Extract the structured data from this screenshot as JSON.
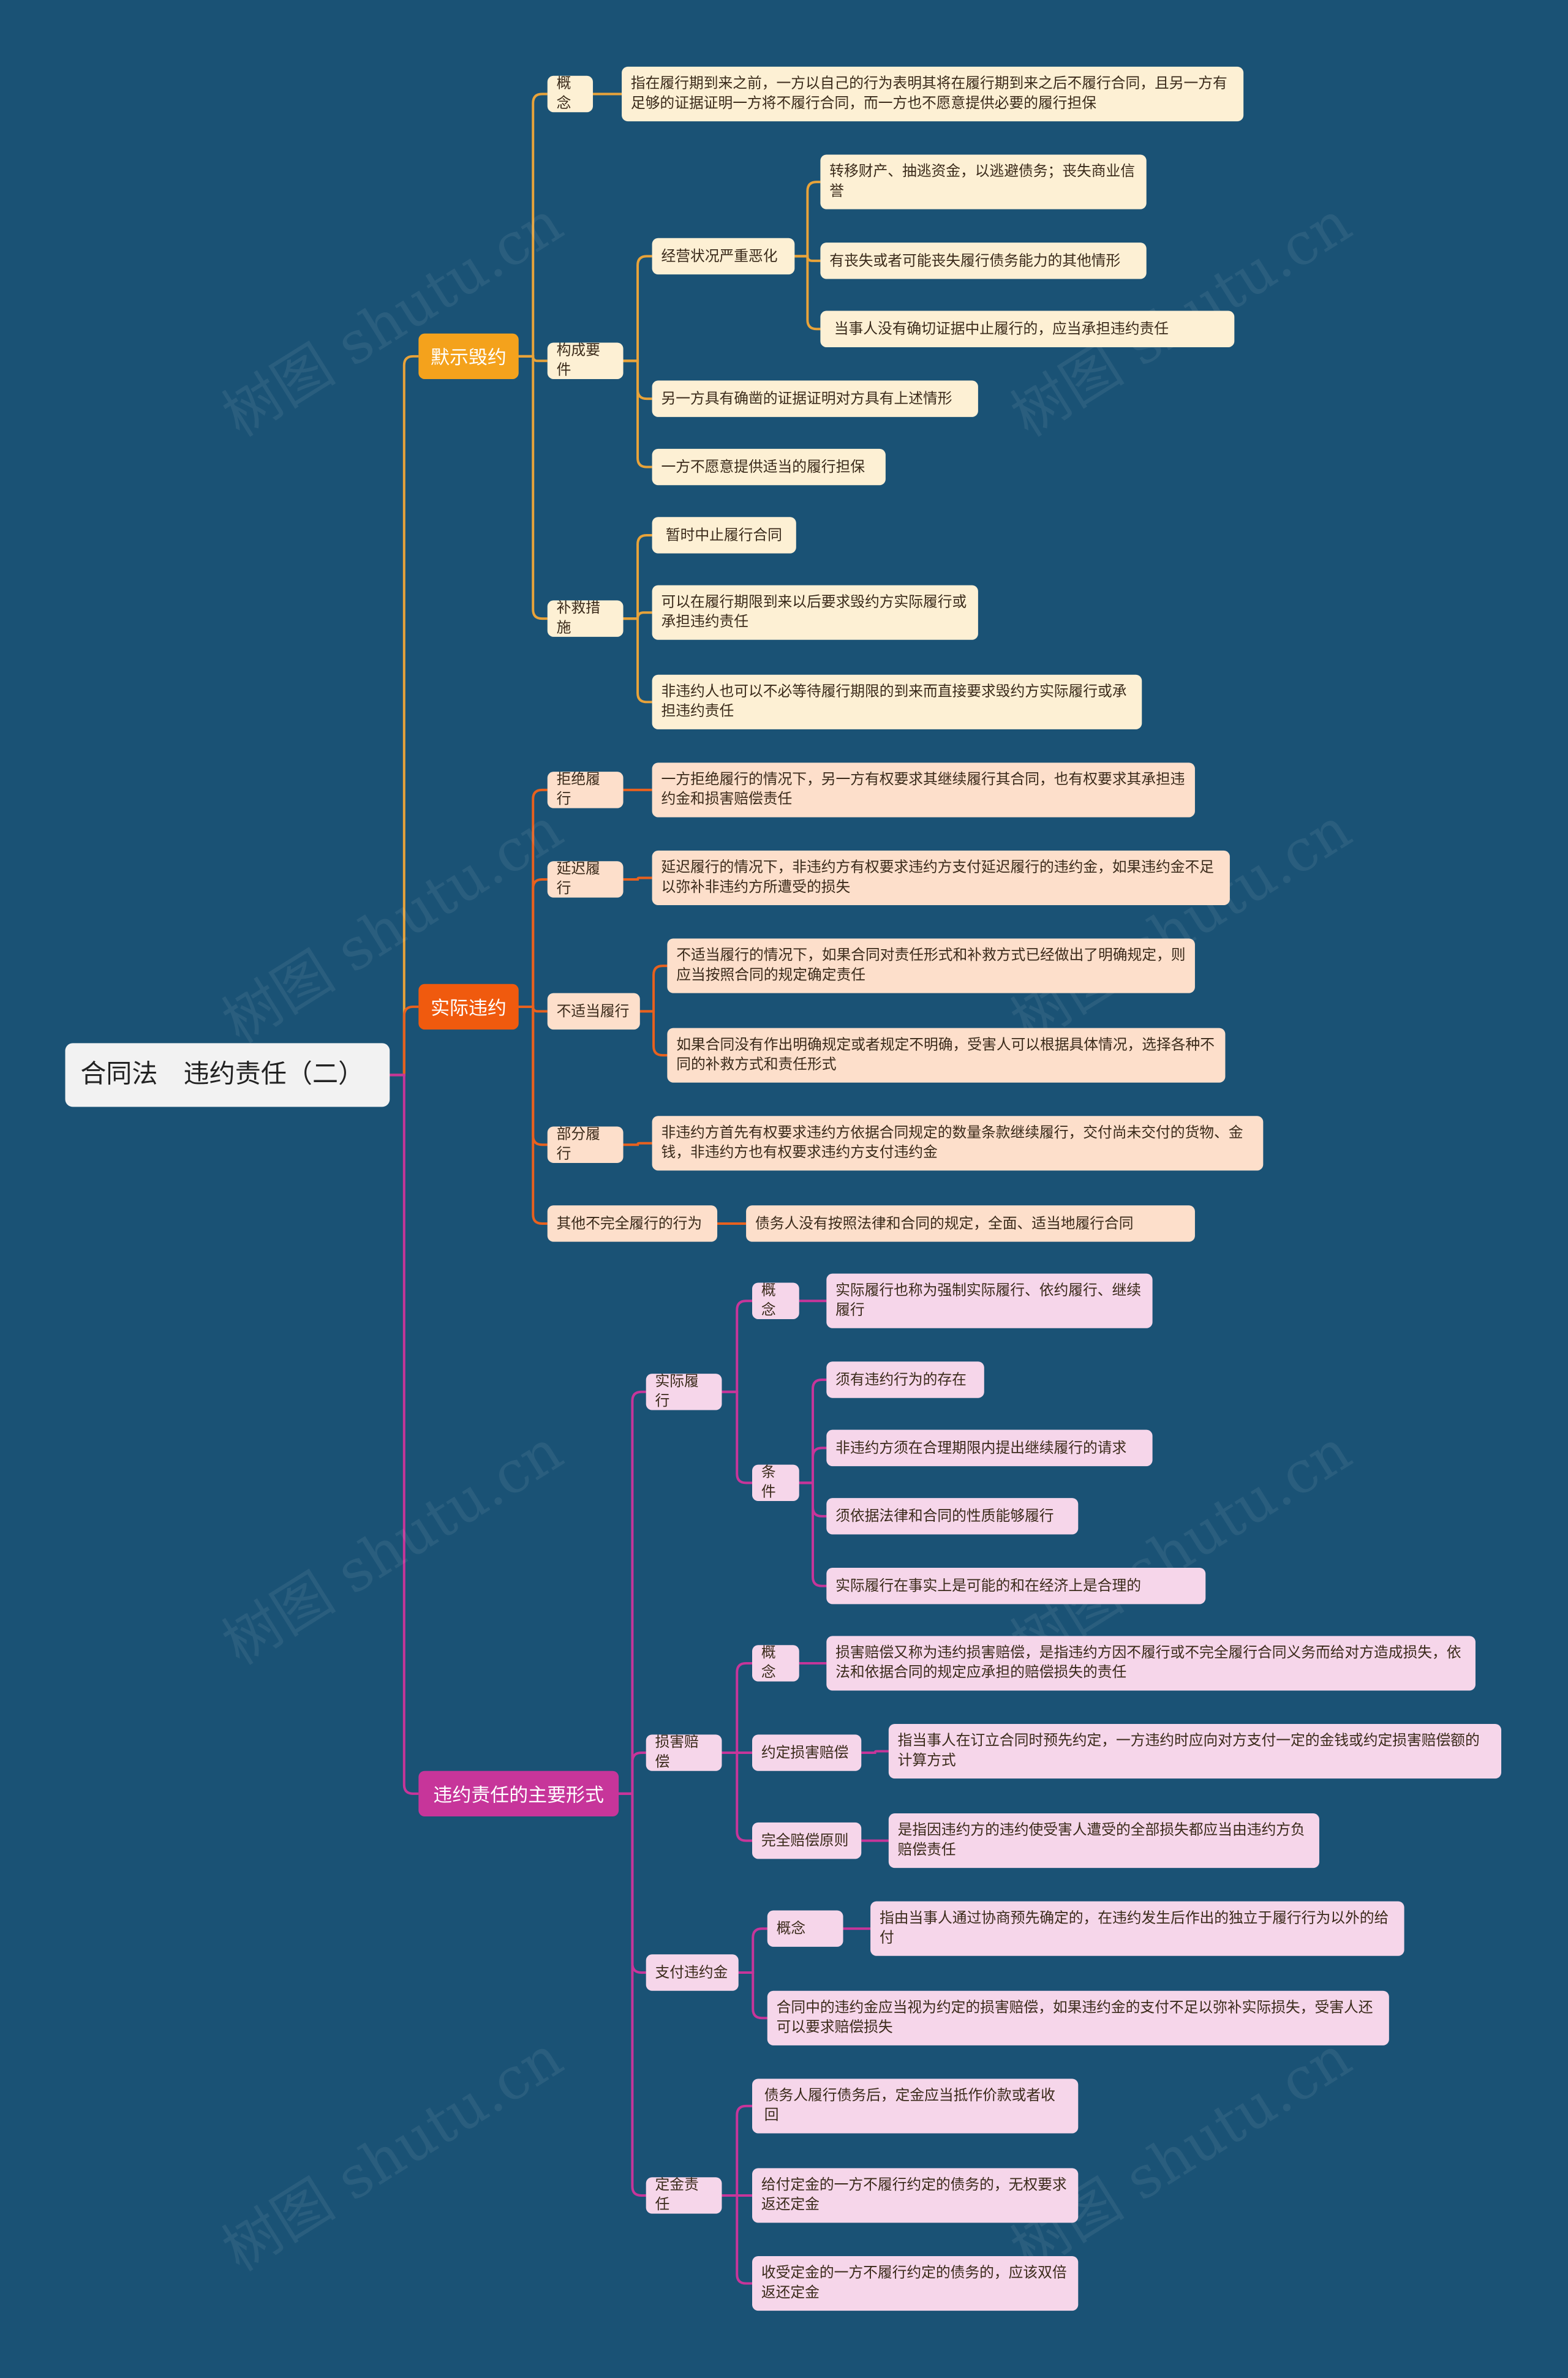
{
  "watermark": "树图 shutu.cn",
  "colors": {
    "background": "#1a5275",
    "branch1": "#f4a21c",
    "branch2": "#f05a0e",
    "branch3": "#c7359a",
    "line1": "#e8a33a",
    "line2": "#e8611e",
    "line3": "#c7359a"
  },
  "root": "合同法　违约责任（二）",
  "b1": {
    "label": "默示毁约",
    "concept": "概念",
    "concept_text": "指在履行期到来之前，一方以自己的行为表明其将在履行期到来之后不履行合同，且另一方有足够的证据证明一方将不履行合同，而一方也不愿意提供必要的履行担保",
    "elements": "构成要件",
    "deteriorate": "经营状况严重恶化",
    "d1": "转移财产、抽逃资金，以逃避债务；丧失商业信誉",
    "d2": "有丧失或者可能丧失履行债务能力的其他情形",
    "d3": "当事人没有确切证据中止履行的，应当承担违约责任",
    "e2": "另一方具有确凿的证据证明对方具有上述情形",
    "e3": "一方不愿意提供适当的履行担保",
    "remedy": "补救措施",
    "r1": "暂时中止履行合同",
    "r2": "可以在履行期限到来以后要求毁约方实际履行或承担违约责任",
    "r3": "非违约人也可以不必等待履行期限的到来而直接要求毁约方实际履行或承担违约责任"
  },
  "b2": {
    "label": "实际违约",
    "refuse": "拒绝履行",
    "refuse_text": "一方拒绝履行的情况下，另一方有权要求其继续履行其合同，也有权要求其承担违约金和损害赔偿责任",
    "delay": "延迟履行",
    "delay_text": "延迟履行的情况下，非违约方有权要求违约方支付延迟履行的违约金，如果违约金不足以弥补非违约方所遭受的损失",
    "improper": "不适当履行",
    "improper_1": "不适当履行的情况下，如果合同对责任形式和补救方式已经做出了明确规定，则应当按照合同的规定确定责任",
    "improper_2": "如果合同没有作出明确规定或者规定不明确，受害人可以根据具体情况，选择各种不同的补救方式和责任形式",
    "partial": "部分履行",
    "partial_text": "非违约方首先有权要求违约方依据合同规定的数量条款继续履行，交付尚未交付的货物、金钱，非违约方也有权要求违约方支付违约金",
    "other": "其他不完全履行的行为",
    "other_text": "债务人没有按照法律和合同的规定，全面、适当地履行合同"
  },
  "b3": {
    "label": "违约责任的主要形式",
    "actual": "实际履行",
    "actual_concept": "概念",
    "actual_concept_text": "实际履行也称为强制实际履行、依约履行、继续履行",
    "cond": "条件",
    "c1": "须有违约行为的存在",
    "c2": "非违约方须在合理期限内提出继续履行的请求",
    "c3": "须依据法律和合同的性质能够履行",
    "c4": "实际履行在事实上是可能的和在经济上是合理的",
    "damages": "损害赔偿",
    "damages_concept": "概念",
    "damages_concept_text": "损害赔偿又称为违约损害赔偿，是指违约方因不履行或不完全履行合同义务而给对方造成损失，依法和依据合同的规定应承担的赔偿损失的责任",
    "agreed": "约定损害赔偿",
    "agreed_text": "指当事人在订立合同时预先约定，一方违约时应向对方支付一定的金钱或约定损害赔偿额的计算方式",
    "full": "完全赔偿原则",
    "full_text": "是指因违约方的违约使受害人遭受的全部损失都应当由违约方负赔偿责任",
    "penalty": "支付违约金",
    "penalty_concept": "概念",
    "penalty_concept_text": "指由当事人通过协商预先确定的，在违约发生后作出的独立于履行行为以外的给付",
    "penalty_text": "合同中的违约金应当视为约定的损害赔偿，如果违约金的支付不足以弥补实际损失，受害人还可以要求赔偿损失",
    "deposit": "定金责任",
    "dep1": "债务人履行债务后，定金应当抵作价款或者收回",
    "dep2": "给付定金的一方不履行约定的债务的，无权要求返还定金",
    "dep3": "收受定金的一方不履行约定的债务的，应该双倍返还定金"
  }
}
